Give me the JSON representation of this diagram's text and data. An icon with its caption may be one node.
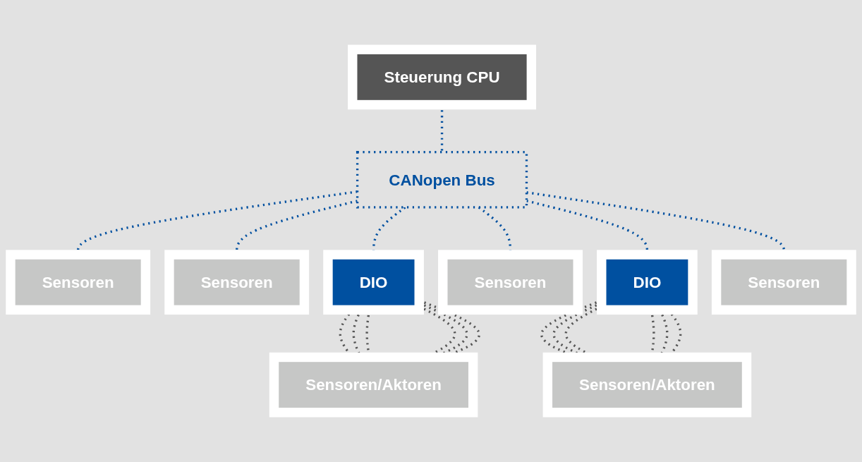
{
  "diagram": {
    "nodes": [
      {
        "text": [
          "Steuerung CPU"
        ]
      },
      {
        "text": [
          "CANopen Bus"
        ]
      },
      {
        "text": [
          "Sensoren"
        ]
      },
      {
        "text": [
          "Sensoren"
        ]
      },
      {
        "text": [
          "DIO"
        ]
      },
      {
        "text": [
          "Sensoren"
        ]
      },
      {
        "text": [
          "DIO"
        ]
      },
      {
        "text": [
          "Sensoren"
        ]
      },
      {
        "text": [
          "Sensoren/Aktoren"
        ]
      },
      {
        "text": [
          "Sensoren/Aktoren"
        ]
      }
    ],
    "edges": [
      {
        "from": 0,
        "to": 1,
        "arrow": "none",
        "style": "dashed",
        "color": "#0050a0"
      },
      {
        "from": 1,
        "to": 2,
        "arrow": "none",
        "style": "dashed",
        "color": "#0050a0"
      },
      {
        "from": 1,
        "to": 3,
        "arrow": "none",
        "style": "dashed",
        "color": "#0050a0"
      },
      {
        "from": 1,
        "to": 4,
        "arrow": "none",
        "style": "dashed",
        "color": "#0050a0"
      },
      {
        "from": 1,
        "to": 5,
        "arrow": "none",
        "style": "dashed",
        "color": "#0050a0"
      },
      {
        "from": 1,
        "to": 6,
        "arrow": "none",
        "style": "dashed",
        "color": "#0050a0"
      },
      {
        "from": 1,
        "to": 7,
        "arrow": "none",
        "style": "dashed",
        "color": "#0050a0"
      },
      {
        "from": 4,
        "to": 8,
        "arrow": "none",
        "style": "dashed"
      },
      {
        "from": 4,
        "to": 8,
        "arrow": "none",
        "style": "dashed"
      },
      {
        "from": 4,
        "to": 8,
        "arrow": "none",
        "style": "dashed"
      },
      {
        "from": 4,
        "to": 8,
        "arrow": "none",
        "style": "dashed"
      },
      {
        "from": 4,
        "to": 8,
        "arrow": "none",
        "style": "dashed"
      },
      {
        "from": 4,
        "to": 8,
        "arrow": "none",
        "style": "dashed"
      },
      {
        "from": 6,
        "to": 9,
        "arrow": "none",
        "style": "dashed"
      },
      {
        "from": 6,
        "to": 9,
        "arrow": "none",
        "style": "dashed"
      },
      {
        "from": 6,
        "to": 9,
        "arrow": "none",
        "style": "dashed"
      },
      {
        "from": 6,
        "to": 9,
        "arrow": "none",
        "style": "dashed"
      },
      {
        "from": 6,
        "to": 9,
        "arrow": "none",
        "style": "dashed"
      },
      {
        "from": 6,
        "to": 9,
        "arrow": "none",
        "style": "dashed"
      }
    ]
  }
}
